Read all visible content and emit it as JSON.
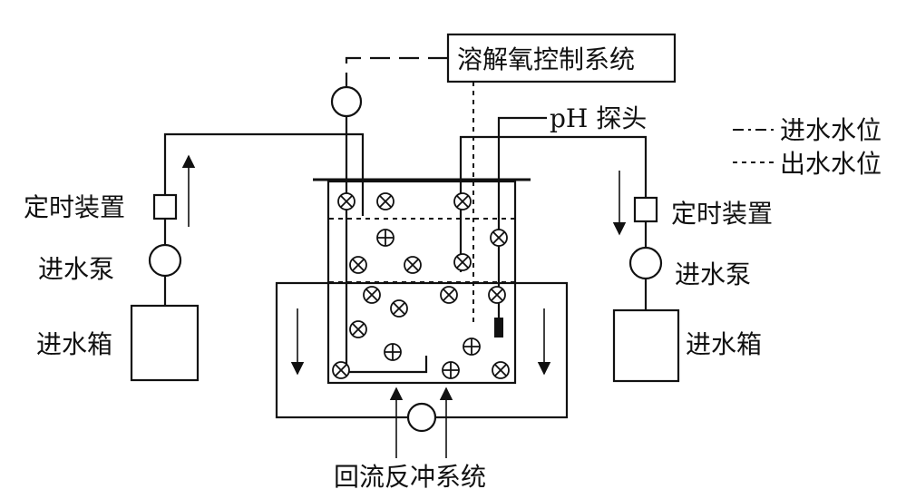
{
  "labels": {
    "do_control": "溶解氧控制系统",
    "ph_probe": "pH 探头",
    "legend_inflow_level": "进水水位",
    "legend_outflow_level": "出水水位",
    "timer_left": "定时装置",
    "timer_right": "定时装置",
    "pump_left": "进水泵",
    "pump_right": "进水泵",
    "tank_left": "进水箱",
    "tank_right": "进水箱",
    "backflush": "回流反冲系统"
  },
  "symbols": {
    "crossed": "⊗",
    "plus": "⊕"
  }
}
